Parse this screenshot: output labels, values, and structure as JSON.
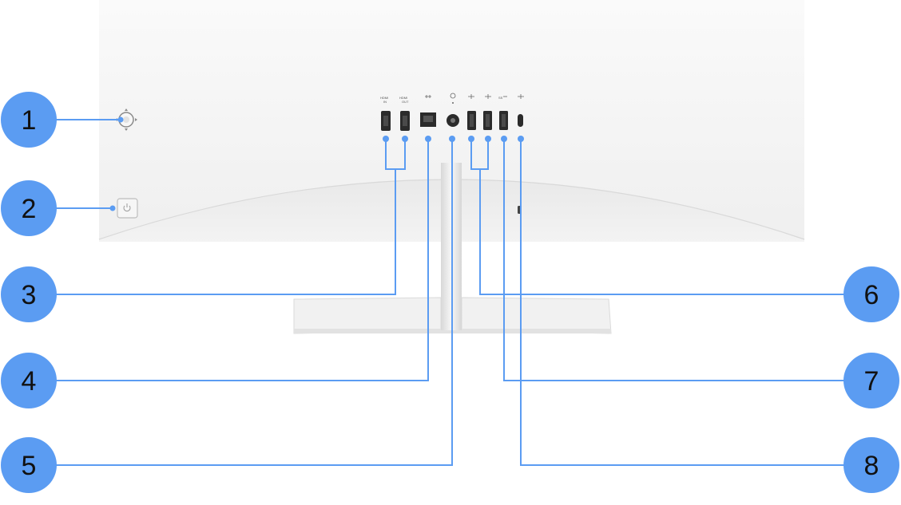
{
  "colors": {
    "callout_fill": "#5b9cf2",
    "callout_text": "#111111",
    "leader_line": "#5b9cf2",
    "monitor_body": "#f4f4f4",
    "monitor_lower": "#e6e6e6",
    "stand": "#ececec",
    "port_dark": "#2b2b2b"
  },
  "callouts": [
    {
      "number": "1"
    },
    {
      "number": "2"
    },
    {
      "number": "3"
    },
    {
      "number": "4"
    },
    {
      "number": "5"
    },
    {
      "number": "6"
    },
    {
      "number": "7"
    },
    {
      "number": "8"
    }
  ],
  "port_labels": {
    "hdmi_in_top": "HDMI",
    "hdmi_in_bottom": "IN",
    "hdmi_out_top": "HDMI",
    "hdmi_out_bottom": "OUT",
    "usb_c_label": "SS"
  },
  "icons": {
    "joystick": "joystick-icon",
    "power": "power-button-icon",
    "hdmi": "hdmi-port-icon",
    "ethernet": "ethernet-port-icon",
    "power_in": "dc-power-port-icon",
    "usb": "usb-port-icon",
    "usb_c": "usb-c-port-icon",
    "lock": "security-lock-icon"
  }
}
